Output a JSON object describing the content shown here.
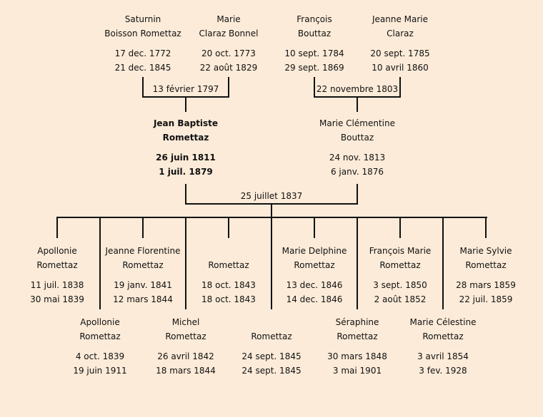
{
  "grandparents": [
    {
      "first": "Saturnin",
      "last": "Boisson Romettaz",
      "birth": "17 dec. 1772",
      "death": "21 dec. 1845"
    },
    {
      "first": "Marie",
      "last": "Claraz Bonnel",
      "birth": "20 oct. 1773",
      "death": "22 août 1829"
    },
    {
      "first": "François",
      "last": "Bouttaz",
      "birth": "10 sept. 1784",
      "death": "29 sept. 1869"
    },
    {
      "first": "Jeanne Marie",
      "last": "Claraz",
      "birth": "20 sept. 1785",
      "death": "10 avril 1860"
    }
  ],
  "grandparent_marriages": [
    "13 février 1797",
    "22 novembre 1803"
  ],
  "parents": [
    {
      "first": "Jean Baptiste",
      "last": "Romettaz",
      "birth": "26 juin 1811",
      "death": "1 juil. 1879"
    },
    {
      "first": "Marie Clémentine",
      "last": "Bouttaz",
      "birth": "24 nov. 1813",
      "death": "6 janv. 1876"
    }
  ],
  "parent_marriage": "25 juillet 1837",
  "children": [
    {
      "first": "Apollonie",
      "last": "Romettaz",
      "birth": "11 juil. 1838",
      "death": "30 mai 1839"
    },
    {
      "first": "Apollonie",
      "last": "Romettaz",
      "birth": "4 oct. 1839",
      "death": "19 juin 1911"
    },
    {
      "first": "Jeanne Florentine",
      "last": "Romettaz",
      "birth": "19 janv. 1841",
      "death": "12 mars 1844"
    },
    {
      "first": "Michel",
      "last": "Romettaz",
      "birth": "26 avril 1842",
      "death": "18 mars 1844"
    },
    {
      "first": "",
      "last": "Romettaz",
      "birth": "18 oct. 1843",
      "death": "18 oct. 1843"
    },
    {
      "first": "",
      "last": "Romettaz",
      "birth": "24 sept. 1845",
      "death": "24 sept. 1845"
    },
    {
      "first": "Marie Delphine",
      "last": "Romettaz",
      "birth": "13 dec. 1846",
      "death": "14 dec. 1846"
    },
    {
      "first": "Séraphine",
      "last": "Romettaz",
      "birth": "30 mars 1848",
      "death": "3 mai 1901"
    },
    {
      "first": "François Marie",
      "last": "Romettaz",
      "birth": "3 sept. 1850",
      "death": "2 août 1852"
    },
    {
      "first": "Marie Célestine",
      "last": "Romettaz",
      "birth": "3 avril 1854",
      "death": "3 fev. 1928"
    },
    {
      "first": "Marie Sylvie",
      "last": "Romettaz",
      "birth": "28 mars 1859",
      "death": "22 juil. 1859"
    }
  ]
}
